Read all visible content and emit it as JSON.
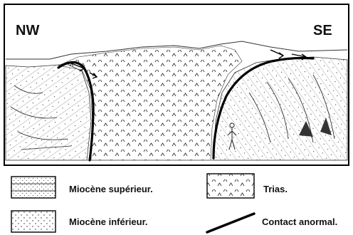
{
  "orientation": {
    "left": "NW",
    "right": "SE"
  },
  "legend": {
    "miocene_superieur": "Miocène supérieur.",
    "miocene_inferieur": "Miocène inférieur.",
    "trias": "Trias.",
    "contact_anormal": "Contact anormal."
  }
}
